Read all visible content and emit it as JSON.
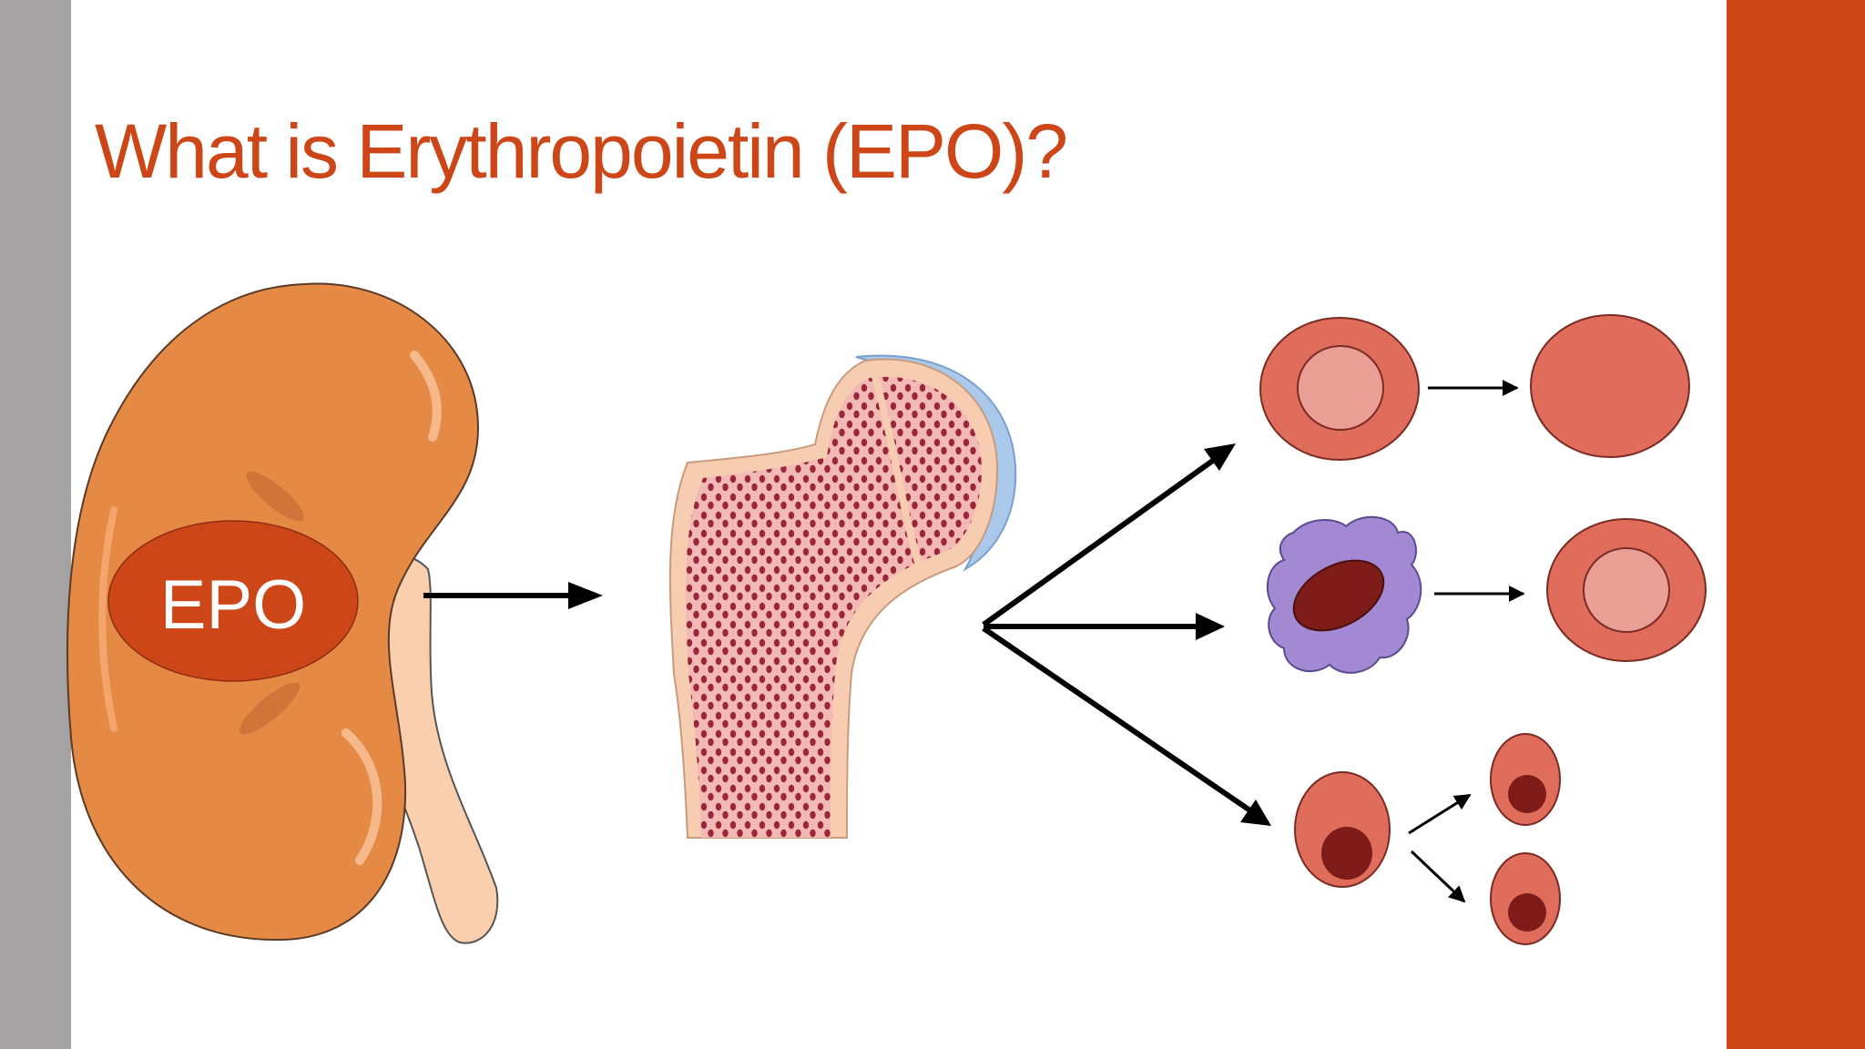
{
  "slide": {
    "title": "What is Erythropoietin (EPO)?",
    "kidney_label": "EPO"
  },
  "colors": {
    "accent": "#cc4618",
    "left_band": "#a5a2a4",
    "kidney": "#e58a45",
    "ureter": "#f9cfad",
    "bone_outer": "#f6cdb0",
    "marrow": "#f3b9b5",
    "marrow_pores": "#9b263b",
    "cartilage": "#a9c8ea",
    "red_cell": "#e06c5c",
    "cell_center": "#e99e96",
    "nucleus": "#7e1c19",
    "white_cell": "#a389d4",
    "arrow": "#000000"
  },
  "icons": [
    "kidney-illustration",
    "femur-bone-marrow-illustration",
    "red-blood-cell-icon",
    "white-blood-cell-icon",
    "progenitor-cell-icon"
  ]
}
